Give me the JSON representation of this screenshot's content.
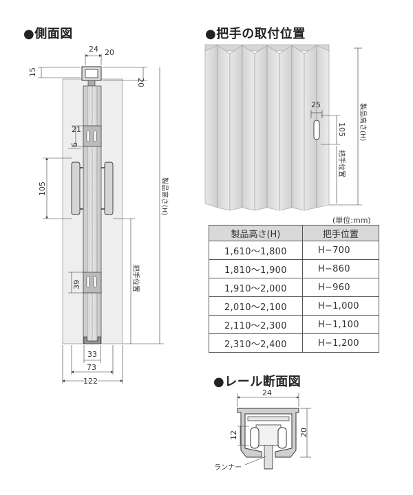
{
  "headings": {
    "side_view": "●側面図",
    "handle_position": "●把手の取付位置",
    "rail_section": "●レール断面図"
  },
  "side_view": {
    "dims": {
      "top_width": "24",
      "top_right": "20",
      "left_top": "15",
      "right_top": "20",
      "handle_top": "21",
      "six": "6",
      "handle_gap": "105",
      "lower_gap": "39",
      "bottom_inner": "33",
      "mid_width": "73",
      "total_width": "122"
    },
    "labels": {
      "product_height": "製品高さ(H)",
      "handle_position": "把手位置"
    }
  },
  "handle_position_view": {
    "dims": {
      "width": "25",
      "height": "105"
    },
    "labels": {
      "product_height": "製品高さ(H)",
      "handle_position": "把手位置"
    }
  },
  "table": {
    "unit": "(単位:mm)",
    "headers": [
      "製品高さ(H)",
      "把手位置"
    ],
    "rows": [
      [
        "1,610～1,800",
        "H−700"
      ],
      [
        "1,810～1,900",
        "H−860"
      ],
      [
        "1,910～2,000",
        "H−960"
      ],
      [
        "2,010～2,100",
        "H−1,000"
      ],
      [
        "2,110～2,300",
        "H−1,100"
      ],
      [
        "2,310～2,400",
        "H−1,200"
      ]
    ]
  },
  "rail": {
    "dims": {
      "width": "24",
      "inner_height": "12",
      "height": "20"
    },
    "runner_label": "ランナー"
  }
}
